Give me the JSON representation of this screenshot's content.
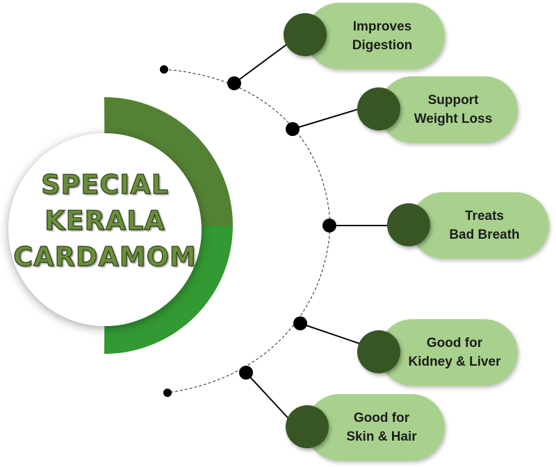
{
  "title": {
    "line1": "SPECIAL",
    "line2": "KERALA",
    "line3": "CARDAMOM"
  },
  "colors": {
    "pill_fill": "#a9d18e",
    "badge_fill": "#375623",
    "arc_upper": "#548235",
    "arc_lower": "#339933",
    "connector": "#000000"
  },
  "benefits": [
    {
      "line1": "Improves",
      "line2": "Digestion"
    },
    {
      "line1": "Support",
      "line2": "Weight Loss"
    },
    {
      "line1": "Treats",
      "line2": "Bad Breath"
    },
    {
      "line1": "Good for",
      "line2": "Kidney & Liver"
    },
    {
      "line1": "Good for",
      "line2": "Skin & Hair"
    }
  ]
}
